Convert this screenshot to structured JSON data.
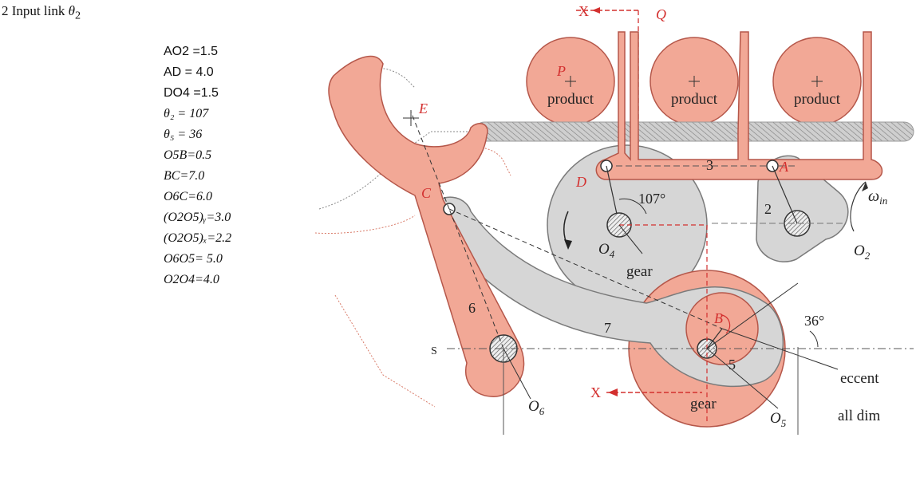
{
  "header": {
    "title_prefix": "2 Input link",
    "theta_symbol": "θ",
    "theta_sub": "2"
  },
  "parameters": [
    {
      "label": "AO2  =1.5",
      "style": "sans"
    },
    {
      "label": "AD    = 4.0",
      "style": "sans"
    },
    {
      "label": "DO4  =1.5",
      "style": "sans"
    },
    {
      "label": "θ₂ = 107",
      "style": "serif"
    },
    {
      "label": "θ₅ = 36",
      "style": "serif"
    },
    {
      "label": "O5B=0.5",
      "style": "serif"
    },
    {
      "label": "BC=7.0",
      "style": "serif"
    },
    {
      "label": "O6C=6.0",
      "style": "serif"
    },
    {
      "label": "(O2O5)ᵧ=3.0",
      "style": "serif"
    },
    {
      "label": "(O2O5)ₓ=2.2",
      "style": "serif"
    },
    {
      "label": "O6O5= 5.0",
      "style": "serif"
    },
    {
      "label": "O2O4=4.0",
      "style": "serif"
    }
  ],
  "diagram": {
    "labels": {
      "x_top": "X",
      "q": "Q",
      "p": "P",
      "product": "product",
      "e": "E",
      "c": "C",
      "d": "D",
      "a": "A",
      "b": "B",
      "link3": "3",
      "link2": "2",
      "link5": "5",
      "link6": "6",
      "link7": "7",
      "s": "S",
      "angle107": "107°",
      "angle36": "36°",
      "omega": "ω",
      "omega_sub": "in",
      "o2": "O",
      "o2_sub": "2",
      "o4": "O",
      "o4_sub": "4",
      "o5": "O",
      "o5_sub": "5",
      "o6": "O",
      "o6_sub": "6",
      "gear": "gear",
      "x_bottom": "X",
      "eccent": "eccent",
      "all_dim": "all dim"
    },
    "colors": {
      "salmon": "#f2a896",
      "salmon_dark": "#b5574a",
      "gray": "#d6d6d6",
      "gray_dark": "#7a7a7a",
      "red": "#d3302f",
      "rail": "#9a9a9a"
    }
  }
}
